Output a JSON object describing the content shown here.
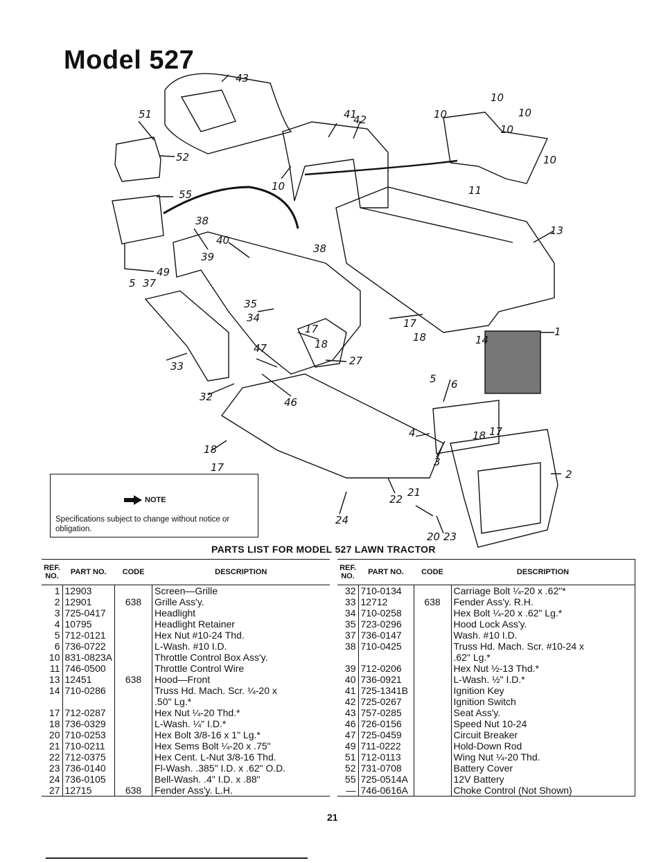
{
  "page": {
    "title": "Model 527",
    "page_number": "21"
  },
  "diagram": {
    "callouts": [
      "43",
      "51",
      "52",
      "55",
      "38",
      "40",
      "39",
      "49",
      "5",
      "37",
      "41",
      "42",
      "10",
      "10",
      "10",
      "10",
      "10",
      "10",
      "11",
      "13",
      "38",
      "35",
      "34",
      "17",
      "18",
      "27",
      "47",
      "46",
      "33",
      "32",
      "18",
      "17",
      "17",
      "18",
      "14",
      "1",
      "5",
      "6",
      "4",
      "3",
      "18",
      "17",
      "2",
      "22",
      "21",
      "24",
      "20",
      "23"
    ]
  },
  "note": {
    "heading": "NOTE",
    "text": "Specifications subject to change without notice or obligation."
  },
  "parts_list": {
    "title": "PARTS LIST FOR MODEL 527 LAWN TRACTOR",
    "headers": {
      "ref": "REF. NO.",
      "part": "PART NO.",
      "code": "CODE",
      "description": "DESCRIPTION"
    },
    "left": [
      {
        "ref": "1",
        "part": "12903",
        "code": "",
        "desc": "Screen—Grille"
      },
      {
        "ref": "2",
        "part": "12901",
        "code": "638",
        "desc": "Grille Ass'y."
      },
      {
        "ref": "3",
        "part": "725-0417",
        "code": "",
        "desc": "Headlight"
      },
      {
        "ref": "4",
        "part": "10795",
        "code": "",
        "desc": "Headlight Retainer"
      },
      {
        "ref": "5",
        "part": "712-0121",
        "code": "",
        "desc": "Hex Nut #10-24 Thd."
      },
      {
        "ref": "6",
        "part": "736-0722",
        "code": "",
        "desc": "L-Wash. #10 I.D."
      },
      {
        "ref": "10",
        "part": "831-0823A",
        "code": "",
        "desc": "Throttle Control Box Ass'y."
      },
      {
        "ref": "11",
        "part": "746-0500",
        "code": "",
        "desc": "Throttle Control Wire"
      },
      {
        "ref": "13",
        "part": "12451",
        "code": "638",
        "desc": "Hood—Front"
      },
      {
        "ref": "14",
        "part": "710-0286",
        "code": "",
        "desc": "Truss Hd. Mach. Scr. ¼-20 x"
      },
      {
        "ref": "",
        "part": "",
        "code": "",
        "desc": ".50\" Lg.*"
      },
      {
        "ref": "17",
        "part": "712-0287",
        "code": "",
        "desc": "Hex Nut ¼-20 Thd.*"
      },
      {
        "ref": "18",
        "part": "736-0329",
        "code": "",
        "desc": "L-Wash. ¼\" I.D.*"
      },
      {
        "ref": "20",
        "part": "710-0253",
        "code": "",
        "desc": "Hex Bolt 3/8-16 x 1\" Lg.*"
      },
      {
        "ref": "21",
        "part": "710-0211",
        "code": "",
        "desc": "Hex Sems Bolt ¼-20 x .75\""
      },
      {
        "ref": "22",
        "part": "712-0375",
        "code": "",
        "desc": "Hex Cent. L-Nut 3/8-16 Thd."
      },
      {
        "ref": "23",
        "part": "736-0140",
        "code": "",
        "desc": "Fl-Wash. .385\" I.D. x .62\" O.D."
      },
      {
        "ref": "24",
        "part": "736-0105",
        "code": "",
        "desc": "Bell-Wash. .4\" I.D. x .88\""
      },
      {
        "ref": "27",
        "part": "12715",
        "code": "638",
        "desc": "Fender Ass'y. L.H."
      }
    ],
    "right": [
      {
        "ref": "32",
        "part": "710-0134",
        "code": "",
        "desc": "Carriage Bolt ¼-20 x .62\"*"
      },
      {
        "ref": "33",
        "part": "12712",
        "code": "638",
        "desc": "Fender Ass'y. R.H."
      },
      {
        "ref": "34",
        "part": "710-0258",
        "code": "",
        "desc": "Hex Bolt ¼-20 x .62\" Lg.*"
      },
      {
        "ref": "35",
        "part": "723-0296",
        "code": "",
        "desc": "Hood Lock Ass'y."
      },
      {
        "ref": "37",
        "part": "736-0147",
        "code": "",
        "desc": "Wash. #10 I.D."
      },
      {
        "ref": "38",
        "part": "710-0425",
        "code": "",
        "desc": "Truss Hd. Mach. Scr. #10-24 x"
      },
      {
        "ref": "",
        "part": "",
        "code": "",
        "desc": ".62\" Lg.*"
      },
      {
        "ref": "39",
        "part": "712-0206",
        "code": "",
        "desc": "Hex Nut ½-13 Thd.*"
      },
      {
        "ref": "40",
        "part": "736-0921",
        "code": "",
        "desc": "L-Wash. ½\" I.D.*"
      },
      {
        "ref": "41",
        "part": "725-1341B",
        "code": "",
        "desc": "Ignition Key"
      },
      {
        "ref": "42",
        "part": "725-0267",
        "code": "",
        "desc": "Ignition Switch"
      },
      {
        "ref": "43",
        "part": "757-0285",
        "code": "",
        "desc": "Seat Ass'y."
      },
      {
        "ref": "46",
        "part": "726-0156",
        "code": "",
        "desc": "Speed Nut 10-24"
      },
      {
        "ref": "47",
        "part": "725-0459",
        "code": "",
        "desc": "Circuit Breaker"
      },
      {
        "ref": "49",
        "part": "711-0222",
        "code": "",
        "desc": "Hold-Down Rod"
      },
      {
        "ref": "51",
        "part": "712-0113",
        "code": "",
        "desc": "Wing Nut ¼-20 Thd."
      },
      {
        "ref": "52",
        "part": "731-0708",
        "code": "",
        "desc": "Battery Cover"
      },
      {
        "ref": "55",
        "part": "725-0514A",
        "code": "",
        "desc": "12V Battery"
      },
      {
        "ref": "—",
        "part": "746-0616A",
        "code": "",
        "desc": "Choke Control (Not Shown)"
      }
    ]
  }
}
